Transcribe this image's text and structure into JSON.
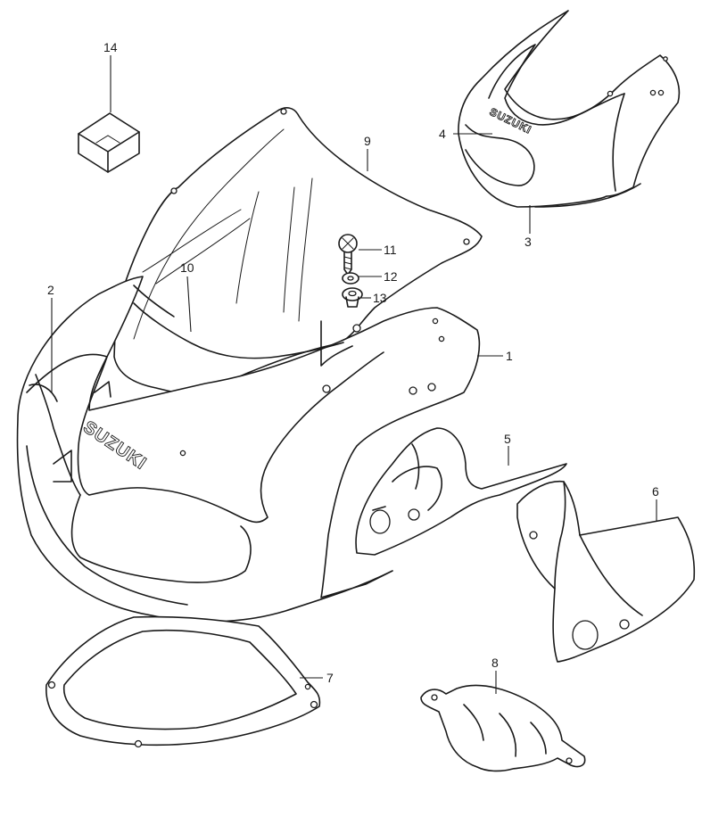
{
  "diagram": {
    "brand_text": "SUZUKI",
    "callouts": [
      {
        "id": "c1",
        "text": "1"
      },
      {
        "id": "c2",
        "text": "2"
      },
      {
        "id": "c3",
        "text": "3"
      },
      {
        "id": "c4",
        "text": "4"
      },
      {
        "id": "c5",
        "text": "5"
      },
      {
        "id": "c6",
        "text": "6"
      },
      {
        "id": "c7",
        "text": "7"
      },
      {
        "id": "c8",
        "text": "8"
      },
      {
        "id": "c9",
        "text": "9"
      },
      {
        "id": "c10",
        "text": "10"
      },
      {
        "id": "c11",
        "text": "11"
      },
      {
        "id": "c12",
        "text": "12"
      },
      {
        "id": "c13",
        "text": "13"
      },
      {
        "id": "c14",
        "text": "14"
      }
    ]
  }
}
